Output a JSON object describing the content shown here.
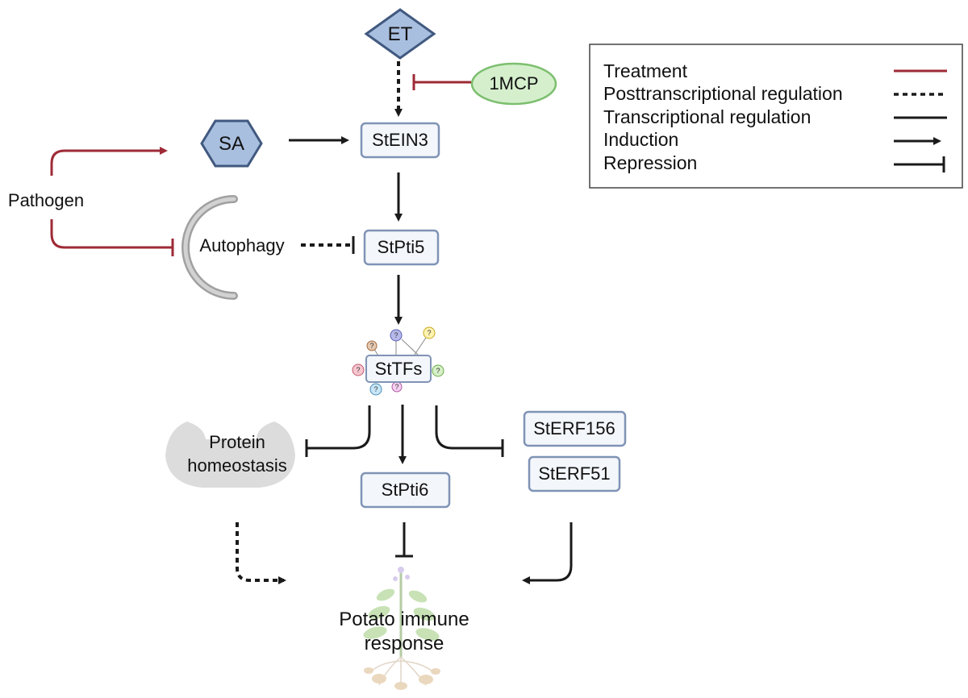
{
  "nodes": {
    "et": "ET",
    "mcp": "1MCP",
    "sa": "SA",
    "stein3": "StEIN3",
    "pathogen": "Pathogen",
    "autophagy": "Autophagy",
    "stpti5": "StPti5",
    "sttfs": "StTFs",
    "protein_line1": "Protein",
    "protein_line2": "homeostasis",
    "sterf156": "StERF156",
    "sterf51": "StERF51",
    "stpti6": "StPti6",
    "response_line1": "Potato immune",
    "response_line2": "response"
  },
  "tf_marker": "?",
  "legend": {
    "items": [
      {
        "label": "Treatment",
        "style": "treatment"
      },
      {
        "label": "Posttranscriptional regulation",
        "style": "dashed"
      },
      {
        "label": "Transcriptional regulation",
        "style": "solid"
      },
      {
        "label": "Induction",
        "style": "arrow"
      },
      {
        "label": "Repression",
        "style": "bar"
      }
    ]
  },
  "colors": {
    "treatment": "#9e2a36",
    "regulation": "#1a1a1a",
    "gene_box_border": "#7f93b5",
    "gene_box_fill": "#f3f6fb",
    "hormone_fill": "#a9bfdf",
    "hormone_border": "#41597f",
    "inhibitor_fill": "#d5efcd",
    "inhibitor_border": "#7cbf6e"
  }
}
